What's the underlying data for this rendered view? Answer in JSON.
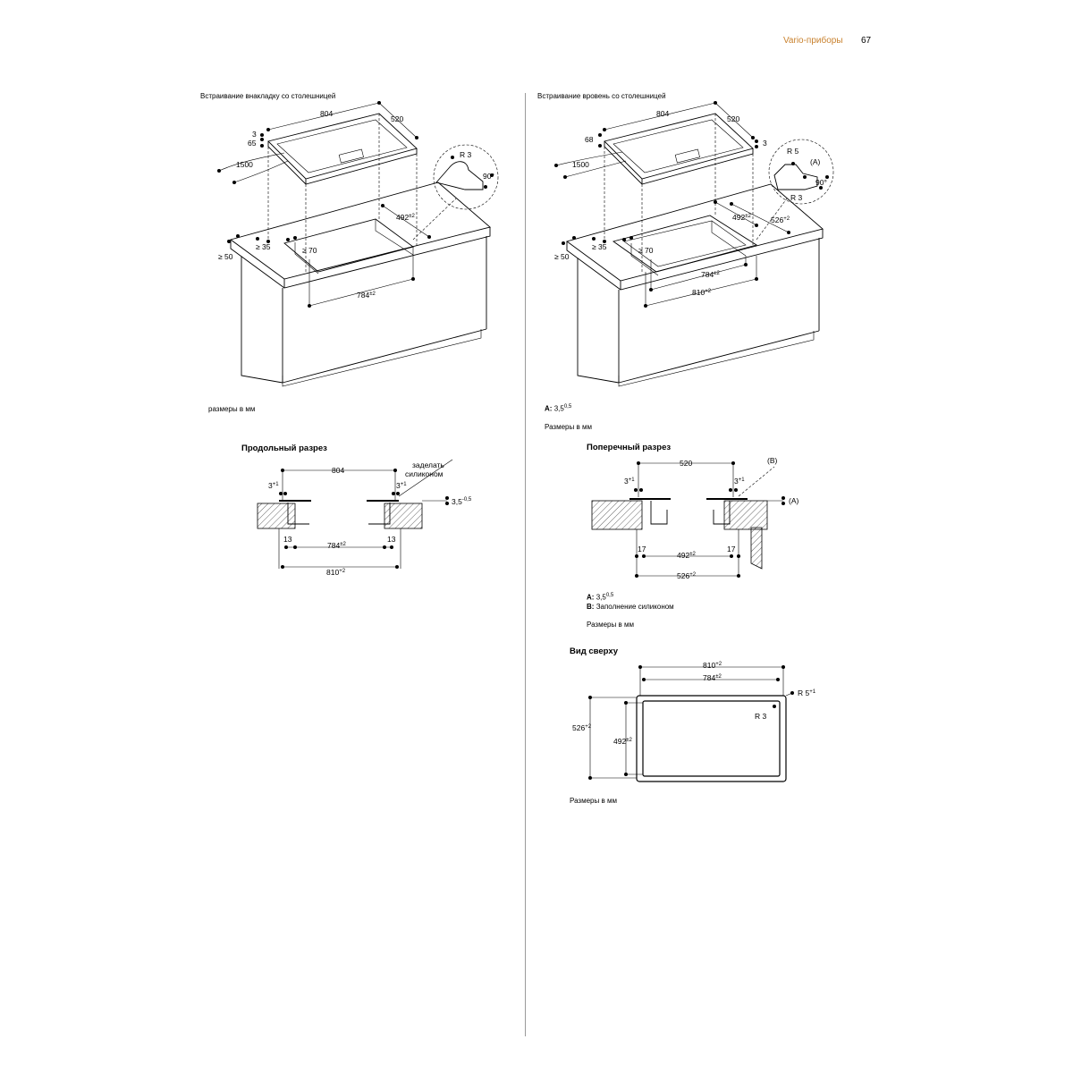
{
  "header": {
    "section": "Vario-приборы",
    "page_number": "67"
  },
  "left": {
    "caption": "Встраивание внакладку со столешницей",
    "dims3d": {
      "width": "804",
      "depth": "520",
      "gap": "3",
      "height": "65",
      "cable": "1500",
      "radius": "R 3",
      "angle": "90°",
      "cutout_depth": "492",
      "cutout_depth_tol": "±2",
      "cutout_width": "784",
      "cutout_width_tol": "±2",
      "edge_front": "≥ 35",
      "edge_side": "≥ 70",
      "edge_wall": "≥ 50"
    },
    "units": "размеры в мм",
    "section_title": "Продольный разрез",
    "section": {
      "width": "804",
      "gap": "3",
      "gap_tol": "+1",
      "seal_line1": "заделать",
      "seal_line2": "силиконом",
      "offset": "3,5",
      "offset_tol": "-0,5",
      "side": "13",
      "cutout": "784",
      "cutout_tol": "±2",
      "recess": "810",
      "recess_tol": "+2"
    }
  },
  "right": {
    "caption": "Встраивание вровень со столешницей",
    "dims3d": {
      "width": "804",
      "depth": "520",
      "gap": "3",
      "height": "68",
      "cable": "1500",
      "radius_outer": "R 5",
      "marker_a": "(A)",
      "angle": "90°",
      "radius_inner": "R 3",
      "cutout_depth": "492",
      "cutout_depth_tol": "±2",
      "recess_depth": "526",
      "recess_depth_tol": "+2",
      "cutout_width": "784",
      "cutout_width_tol": "±2",
      "recess_width": "810",
      "recess_width_tol": "+2",
      "edge_front": "≥ 35",
      "edge_side": "≥ 70",
      "edge_wall": "≥ 50"
    },
    "note_a_label": "A:",
    "note_a_value": "3,5",
    "note_a_tol": "0,5",
    "units": "Размеры в мм",
    "section_title": "Поперечный разрез",
    "section": {
      "width": "520",
      "gap": "3",
      "gap_tol": "+1",
      "marker_b": "(B)",
      "marker_a": "(A)",
      "side": "17",
      "cutout": "492",
      "cutout_tol": "±2",
      "recess": "526",
      "recess_tol": "+2"
    },
    "legend_a_label": "A:",
    "legend_a_value": "3,5",
    "legend_a_tol": "0,5",
    "legend_b_label": "B:",
    "legend_b_value": "Заполнение силиконом",
    "units2": "Размеры в мм",
    "top_title": "Вид сверху",
    "top": {
      "recess_w": "810",
      "recess_w_tol": "+2",
      "cutout_w": "784",
      "cutout_w_tol": "±2",
      "recess_h": "526",
      "recess_h_tol": "+2",
      "cutout_h": "492",
      "cutout_h_tol": "±2",
      "outer_r": "R 5",
      "outer_r_tol": "+1",
      "inner_r": "R 3"
    },
    "units3": "Размеры в мм"
  }
}
